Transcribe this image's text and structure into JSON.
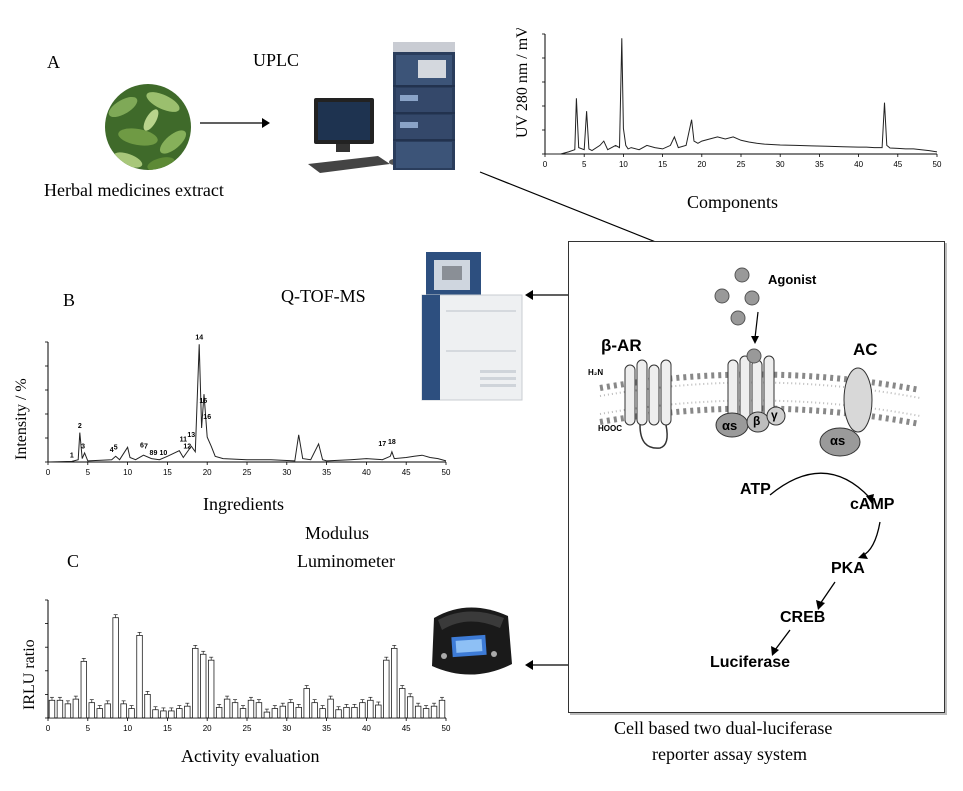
{
  "panels": {
    "a": "A",
    "b": "B",
    "c": "C"
  },
  "labels": {
    "uplc": "UPLC",
    "herbal": "Herbal medicines extract",
    "components": "Components",
    "qtof": "Q-TOF-MS",
    "ingredients": "Ingredients",
    "modulus": "Modulus",
    "luminometer": "Luminometer",
    "activity": "Activity evaluation",
    "cell_system_line1": "Cell based two dual-luciferase",
    "cell_system_line2": "reporter assay system"
  },
  "pathway": {
    "agonist": "Agonist",
    "beta_ar": "β-AR",
    "ac": "AC",
    "atp": "ATP",
    "camp": "cAMP",
    "pka": "PKA",
    "creb": "CREB",
    "luciferase": "Luciferase",
    "h2n": "H₂N",
    "hooc": "HOOC",
    "alpha_s": "αs",
    "beta": "β",
    "gamma": "γ"
  },
  "chart_data": [
    {
      "type": "line",
      "ylabel": "UV 280 nm / mV",
      "xlabel": "Components",
      "xlim": [
        0,
        50
      ],
      "xticks": [
        0,
        5,
        10,
        15,
        20,
        25,
        30,
        35,
        40,
        45,
        50
      ],
      "x": [
        0,
        2,
        3,
        3.8,
        4,
        4.3,
        5,
        5.3,
        5.6,
        6,
        7,
        7.5,
        8,
        9,
        9.5,
        9.8,
        10,
        10.3,
        10.6,
        11,
        12,
        13,
        14,
        15,
        16,
        16.5,
        17,
        18,
        18.7,
        19,
        19.5,
        20,
        21,
        22,
        23,
        24,
        25,
        26,
        27,
        28,
        30,
        32,
        34,
        36,
        38,
        40,
        41,
        42,
        43,
        43.3,
        43.6,
        44,
        45,
        46,
        47,
        48,
        49,
        50
      ],
      "y": [
        0,
        0,
        0.5,
        1,
        13,
        1.5,
        1,
        10,
        1.2,
        0.8,
        2,
        3,
        1,
        2,
        1.5,
        27,
        6,
        2,
        1.2,
        1.5,
        1,
        2,
        1.5,
        1.2,
        2,
        4,
        1.5,
        2,
        8,
        3,
        2.5,
        3,
        3.5,
        4,
        3.5,
        4,
        3.2,
        2.8,
        2.5,
        2.3,
        2.1,
        2,
        1.9,
        1.8,
        1.7,
        1.6,
        1.6,
        1.5,
        1.5,
        12,
        2,
        1.4,
        1.3,
        1.2,
        1.2,
        1,
        0.8,
        0.5
      ]
    },
    {
      "type": "line",
      "ylabel": "Intensity / %",
      "xlabel": "Ingredients",
      "xlim": [
        0,
        50
      ],
      "xticks": [
        0,
        5,
        10,
        15,
        20,
        25,
        30,
        35,
        40,
        45,
        50
      ],
      "x": [
        0,
        3,
        3.8,
        4,
        4.3,
        4.6,
        5,
        8,
        8.5,
        9,
        10,
        10.3,
        11,
        12,
        13,
        14,
        15,
        16.5,
        17,
        18,
        18.5,
        19,
        19.3,
        19.6,
        20,
        20.5,
        21,
        22,
        25,
        28,
        31,
        31.5,
        32,
        33,
        34,
        34.5,
        35,
        38,
        40,
        42,
        43,
        43.2,
        43.5,
        45,
        46,
        47,
        48,
        49,
        50
      ],
      "y": [
        0,
        0.5,
        2,
        26,
        3,
        8,
        1,
        2,
        5,
        2,
        13,
        4,
        2,
        6,
        3,
        2,
        5,
        10,
        4,
        14,
        9,
        104,
        30,
        60,
        22,
        14,
        5,
        3,
        2,
        2,
        1,
        24,
        3,
        2,
        16,
        2,
        1,
        2,
        3,
        2,
        5,
        9,
        3,
        4,
        5,
        6,
        4,
        3,
        1
      ],
      "peak_labels": [
        "1",
        "2",
        "3",
        "4",
        "5",
        "6",
        "7",
        "8",
        "9",
        "10",
        "11",
        "12",
        "13",
        "14",
        "15",
        "16",
        "17",
        "18"
      ]
    },
    {
      "type": "bar",
      "ylabel": "IRLU ratio",
      "xlabel": "Activity evaluation",
      "xlim": [
        0,
        50
      ],
      "xticks": [
        0,
        5,
        10,
        15,
        20,
        25,
        30,
        35,
        40,
        45,
        50
      ],
      "x": [
        0.5,
        1.5,
        2.5,
        3.5,
        4.5,
        5.5,
        6.5,
        7.5,
        8.5,
        9.5,
        10.5,
        11.5,
        12.5,
        13.5,
        14.5,
        15.5,
        16.5,
        17.5,
        18.5,
        19.5,
        20.5,
        21.5,
        22.5,
        23.5,
        24.5,
        25.5,
        26.5,
        27.5,
        28.5,
        29.5,
        30.5,
        31.5,
        32.5,
        33.5,
        34.5,
        35.5,
        36.5,
        37.5,
        38.5,
        39.5,
        40.5,
        41.5,
        42.5,
        43.5,
        44.5,
        45.5,
        46.5,
        47.5,
        48.5,
        49.5
      ],
      "values": [
        1.5,
        1.5,
        1.2,
        1.6,
        4.8,
        1.3,
        0.8,
        1.2,
        8.5,
        1.2,
        0.8,
        7.0,
        2.0,
        0.7,
        0.6,
        0.6,
        0.8,
        1.0,
        5.9,
        5.4,
        4.9,
        0.9,
        1.6,
        1.3,
        0.8,
        1.5,
        1.3,
        0.5,
        0.8,
        1.0,
        1.3,
        0.9,
        2.5,
        1.3,
        0.8,
        1.6,
        0.7,
        0.9,
        0.9,
        1.3,
        1.5,
        1.1,
        4.9,
        5.9,
        2.5,
        1.8,
        1.0,
        0.8,
        1.0,
        1.5
      ],
      "ylim": [
        0,
        10
      ]
    }
  ]
}
